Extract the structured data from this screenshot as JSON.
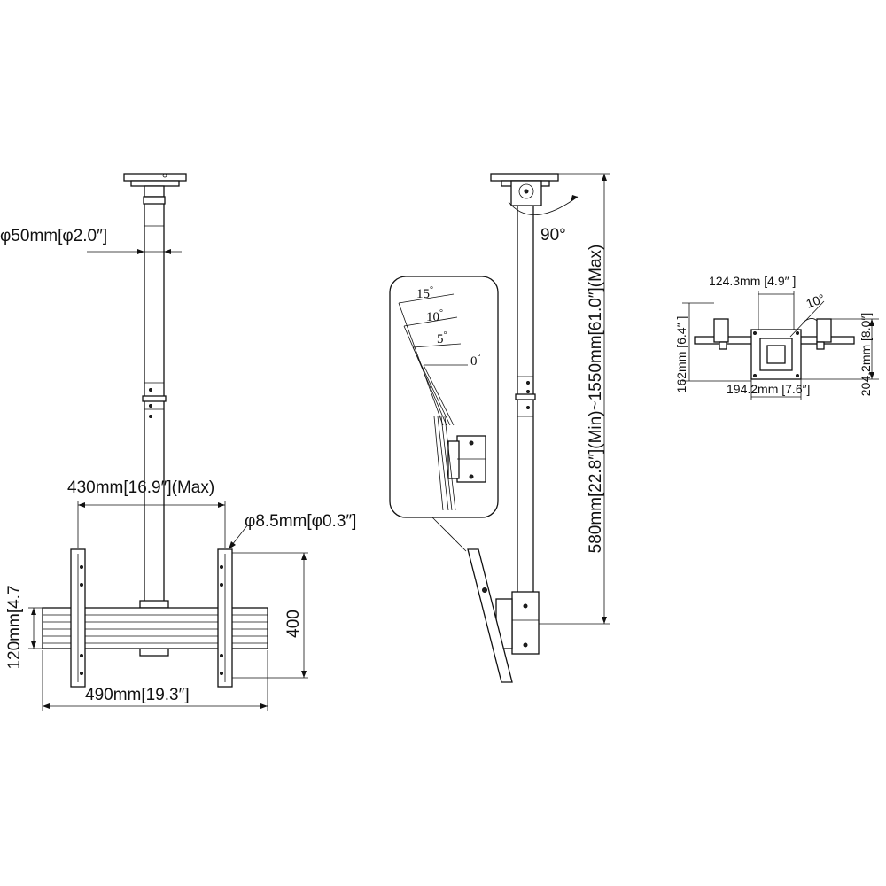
{
  "front_view": {
    "pole_diameter": "φ50mm[φ2.0″]",
    "max_width": "430mm[16.9″](Max)",
    "hole_diameter": "φ8.5mm[φ0.3″]",
    "vertical_spacing": "400",
    "rail_height": "120mm[4.7",
    "total_width": "490mm[19.3″]"
  },
  "side_view": {
    "rotation": "90°",
    "height_range": "580mm[22.8″](Min)~1550mm[61.0″](Max)",
    "tilt_angles": [
      "15",
      "10",
      "5",
      "0"
    ],
    "degree_symbol": "°"
  },
  "top_view": {
    "top_width": "124.3mm [4.9″  ]",
    "tilt": "10°",
    "left_height": "162mm [6.4″  ]",
    "bottom_width": "194.2mm [7.6″]",
    "right_height": "204.2mm [8.0″]"
  }
}
